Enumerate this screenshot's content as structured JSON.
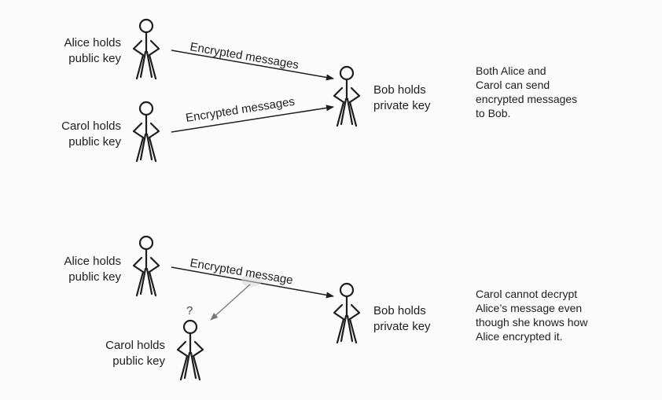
{
  "panel_top": {
    "alice": {
      "line1": "Alice holds",
      "line2": "public key"
    },
    "carol": {
      "line1": "Carol holds",
      "line2": "public key"
    },
    "bob": {
      "line1": "Bob holds",
      "line2": "private key"
    },
    "arrow_alice_label": "Encrypted messages",
    "arrow_carol_label": "Encrypted messages",
    "note": [
      "Both Alice and",
      "Carol can send",
      "encrypted messages",
      "to Bob."
    ]
  },
  "panel_bottom": {
    "alice": {
      "line1": "Alice holds",
      "line2": "public key"
    },
    "carol": {
      "line1": "Carol holds",
      "line2": "public key"
    },
    "bob": {
      "line1": "Bob holds",
      "line2": "private key"
    },
    "arrow_label": "Encrypted message",
    "question_mark": "?",
    "note": [
      "Carol cannot decrypt",
      "Alice’s message even",
      "though she knows how",
      "Alice encrypted it."
    ]
  },
  "colors": {
    "stroke": "#1e1e1e",
    "intercept_arrow": "#777777",
    "background": "#fbfbfb"
  }
}
